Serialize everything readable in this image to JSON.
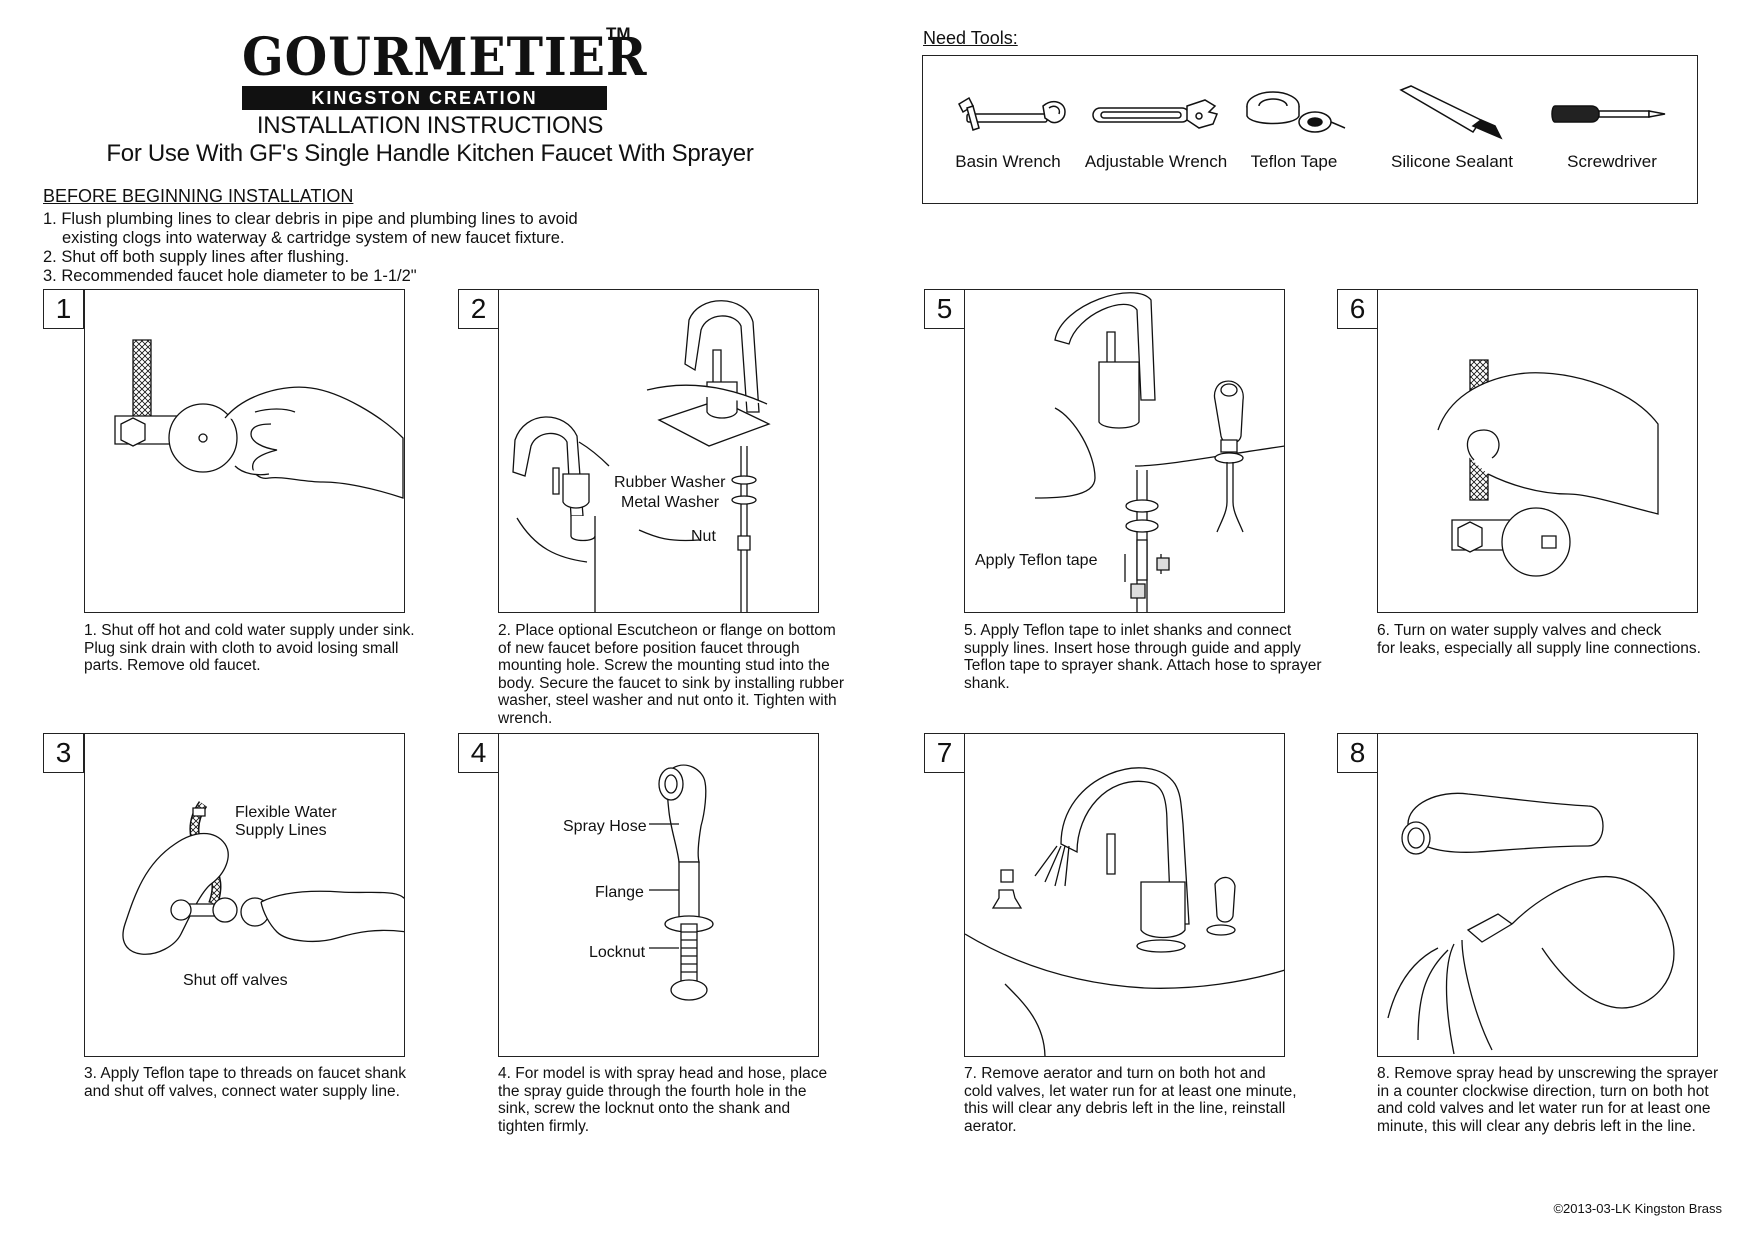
{
  "header": {
    "brand": "GOURMETIER",
    "trademark": "TM",
    "brand_sub": "KINGSTON CREATION",
    "title": "INSTALLATION INSTRUCTIONS",
    "subtitle": "For Use With GF's Single Handle Kitchen Faucet With Sprayer"
  },
  "before": {
    "title": "BEFORE BEGINNING INSTALLATION",
    "items": [
      "1. Flush plumbing lines to clear debris in pipe and plumbing lines to avoid",
      "existing clogs into waterway & cartridge system of new faucet fixture.",
      "2. Shut off both supply lines after flushing.",
      "3. Recommended faucet hole diameter to be 1-1/2\""
    ]
  },
  "tools": {
    "label": "Need Tools:",
    "items": [
      {
        "label": "Basin Wrench",
        "icon": "basin-wrench-icon"
      },
      {
        "label": "Adjustable Wrench",
        "icon": "adjustable-wrench-icon"
      },
      {
        "label": "Teflon Tape",
        "icon": "teflon-tape-icon"
      },
      {
        "label": "Silicone Sealant",
        "icon": "silicone-sealant-icon"
      },
      {
        "label": "Screwdriver",
        "icon": "screwdriver-icon"
      }
    ]
  },
  "steps": {
    "s1": {
      "num": "1",
      "caption": [
        "1. Shut off hot and cold water supply under sink.",
        "Plug sink drain with cloth to avoid losing small",
        "parts.  Remove old faucet."
      ]
    },
    "s2": {
      "num": "2",
      "caption": [
        "2. Place optional Escutcheon or flange on bottom",
        "of new faucet before position faucet through",
        "mounting hole. Screw the mounting stud into the",
        "body. Secure the faucet to sink by installing rubber",
        "washer, steel washer and nut onto it. Tighten with",
        "wrench."
      ],
      "labels": {
        "rubber_washer": "Rubber Washer",
        "metal_washer": "Metal Washer",
        "nut": "Nut"
      }
    },
    "s3": {
      "num": "3",
      "caption": [
        "3. Apply Teflon tape to threads on faucet shank",
        "and shut off valves, connect water supply line."
      ],
      "labels": {
        "flex_1": "Flexible Water",
        "flex_2": "Supply Lines",
        "shutoff": "Shut off valves"
      }
    },
    "s4": {
      "num": "4",
      "caption": [
        "4. For model is with spray head and hose, place",
        "the spray guide through the fourth hole in the",
        "sink, screw the locknut onto the shank and",
        "tighten firmly."
      ],
      "labels": {
        "spray_hose": "Spray Hose",
        "flange": "Flange",
        "locknut": "Locknut"
      }
    },
    "s5": {
      "num": "5",
      "caption": [
        "5. Apply Teflon tape to inlet shanks and connect",
        "supply lines. Insert hose through guide and apply",
        "Teflon tape to sprayer shank. Attach hose to sprayer",
        "shank."
      ],
      "labels": {
        "teflon": "Apply Teflon tape"
      }
    },
    "s6": {
      "num": "6",
      "caption": [
        "6. Turn on water supply valves and check",
        "for leaks, especially all supply line connections."
      ]
    },
    "s7": {
      "num": "7",
      "caption": [
        "7. Remove aerator and turn on both hot and",
        "cold valves, let water run for at least one minute,",
        "this will clear any debris left in the line, reinstall",
        "aerator."
      ]
    },
    "s8": {
      "num": "8",
      "caption": [
        "8. Remove spray head by unscrewing the sprayer",
        "in a counter clockwise direction, turn on both hot",
        "and cold valves and let water run for at least one",
        "minute, this will clear any debris left in the line."
      ]
    }
  },
  "footer": "©2013-03-LK Kingston Brass"
}
